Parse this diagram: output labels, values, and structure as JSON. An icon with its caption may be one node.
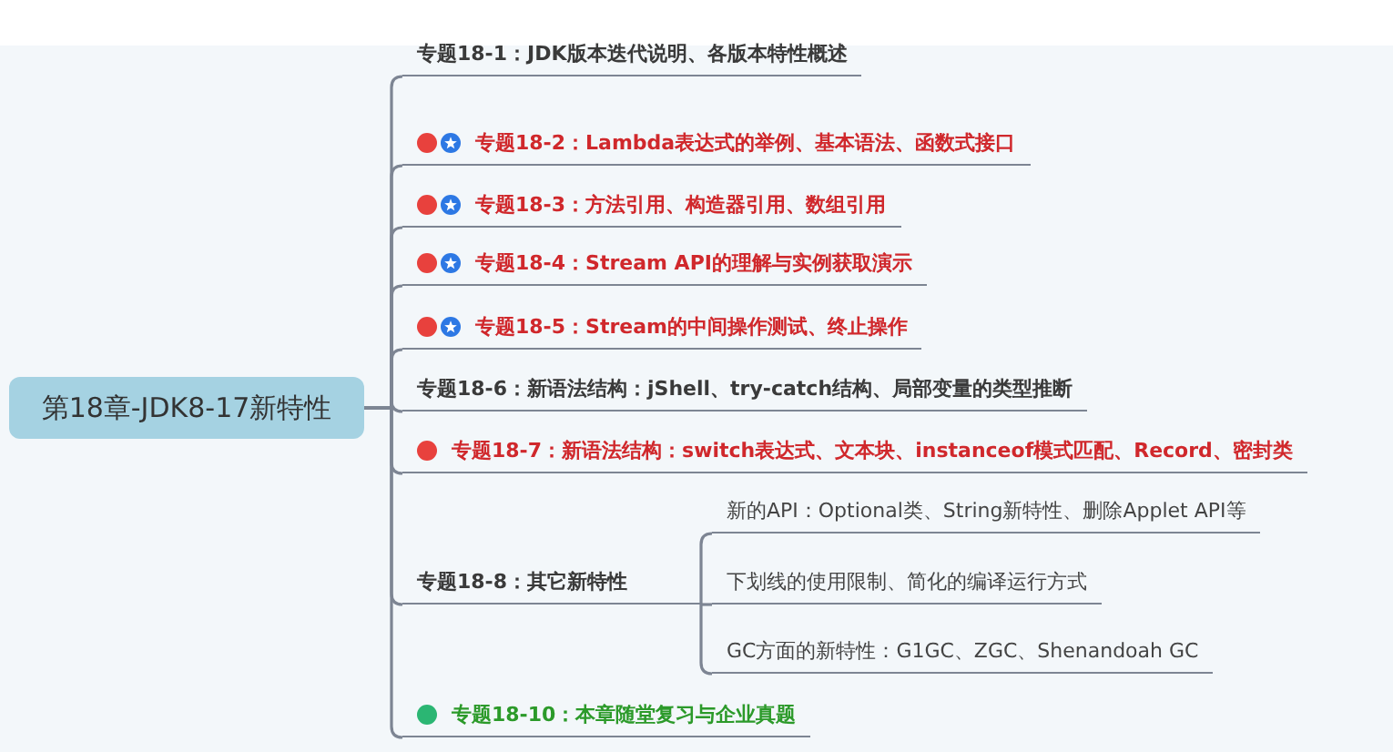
{
  "diagram": {
    "nodes": [
      {
        "text": [
          "第18章-JDK8-17新特性"
        ]
      },
      {
        "text": [
          "专题18-1：JDK版本迭代说明、各版本特性概述"
        ]
      },
      {
        "text": [
          "专题18-2：Lambda表达式的举例、基本语法、函数式接口"
        ]
      },
      {
        "text": [
          "专题18-3：方法引用、构造器引用、数组引用"
        ]
      },
      {
        "text": [
          "专题18-4：Stream API的理解与实例获取演示"
        ]
      },
      {
        "text": [
          "专题18-5：Stream的中间操作测试、终止操作"
        ]
      },
      {
        "text": [
          "专题18-6：新语法结构：jShell、try-catch结构、局部变量的类型推断"
        ]
      },
      {
        "text": [
          "专题18-7：新语法结构：switch表达式、文本块、instanceof模式匹配、Record、密封类"
        ]
      },
      {
        "text": [
          "专题18-8：其它新特性"
        ]
      },
      {
        "text": [
          "新的API：Optional类、String新特性、删除Applet API等"
        ]
      },
      {
        "text": [
          "下划线的使用限制、简化的编译运行方式"
        ]
      },
      {
        "text": [
          "GC方面的新特性：G1GC、ZGC、Shenandoah GC"
        ]
      },
      {
        "text": [
          "专题18-10：本章随堂复习与企业真题"
        ]
      }
    ],
    "edges": [
      {
        "from": 0,
        "to": 1,
        "arrow": "none"
      },
      {
        "from": 0,
        "to": 2,
        "arrow": "none"
      },
      {
        "from": 0,
        "to": 3,
        "arrow": "none"
      },
      {
        "from": 0,
        "to": 4,
        "arrow": "none"
      },
      {
        "from": 0,
        "to": 5,
        "arrow": "none"
      },
      {
        "from": 0,
        "to": 6,
        "arrow": "none"
      },
      {
        "from": 0,
        "to": 7,
        "arrow": "none"
      },
      {
        "from": 0,
        "to": 8,
        "arrow": "none"
      },
      {
        "from": 8,
        "to": 9,
        "arrow": "none"
      },
      {
        "from": 8,
        "to": 10,
        "arrow": "none"
      },
      {
        "from": 8,
        "to": 11,
        "arrow": "none"
      },
      {
        "from": 0,
        "to": 12,
        "arrow": "none"
      }
    ]
  }
}
